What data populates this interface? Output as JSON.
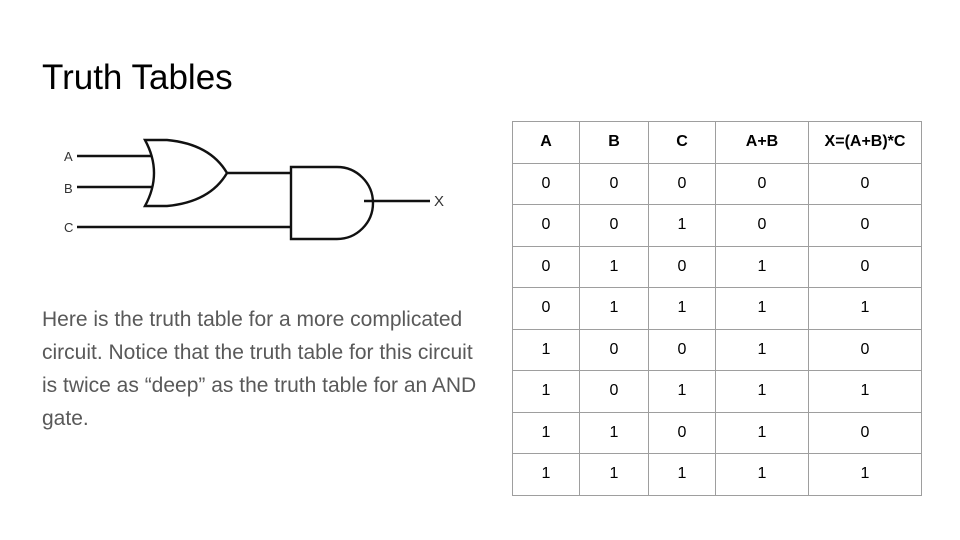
{
  "slide": {
    "title": "Truth Tables",
    "body": "Here is the truth table for a more complicated circuit. Notice that the truth table for this circuit is twice as “deep” as the truth table for an AND gate."
  },
  "circuit": {
    "inputs": [
      "A",
      "B",
      "C"
    ],
    "output": "X",
    "gates": [
      "or-gate",
      "and-gate"
    ]
  },
  "table": {
    "headers": [
      "A",
      "B",
      "C",
      "A+B",
      "X=(A+B)*C"
    ],
    "rows": [
      [
        "0",
        "0",
        "0",
        "0",
        "0"
      ],
      [
        "0",
        "0",
        "1",
        "0",
        "0"
      ],
      [
        "0",
        "1",
        "0",
        "1",
        "0"
      ],
      [
        "0",
        "1",
        "1",
        "1",
        "1"
      ],
      [
        "1",
        "0",
        "0",
        "1",
        "0"
      ],
      [
        "1",
        "0",
        "1",
        "1",
        "1"
      ],
      [
        "1",
        "1",
        "0",
        "1",
        "0"
      ],
      [
        "1",
        "1",
        "1",
        "1",
        "1"
      ]
    ]
  }
}
